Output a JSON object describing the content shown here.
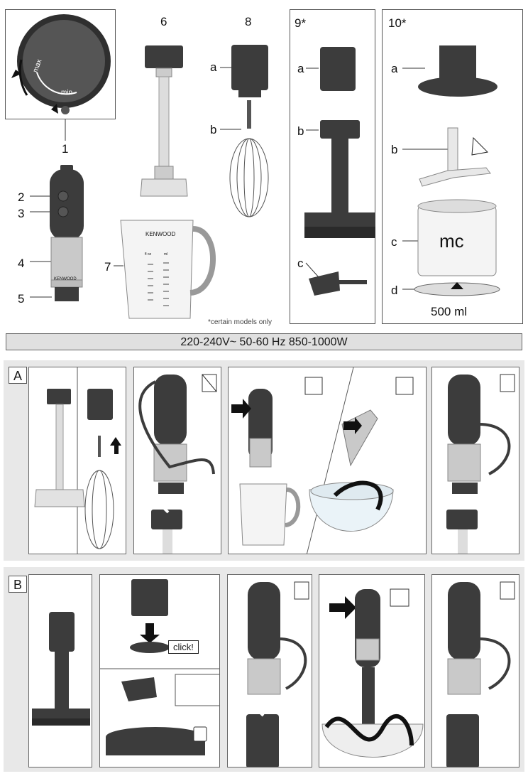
{
  "top": {
    "callout_labels": {
      "max": "max",
      "min": "min"
    },
    "part_numbers": [
      "1",
      "2",
      "3",
      "4",
      "5",
      "6",
      "7",
      "8",
      "9*",
      "10*"
    ],
    "sub_letters": {
      "p8a": "a",
      "p8b": "b",
      "p9a": "a",
      "p9b": "b",
      "p9c": "c",
      "p10a": "a",
      "p10b": "b",
      "p10c": "c",
      "p10d": "d"
    },
    "brand": "KENWOOD",
    "jug_units": {
      "left": "fl oz",
      "right": "ml"
    },
    "chopper_label": "mc",
    "capacity": "500 ml",
    "footnote": "*certain models only"
  },
  "voltage": "220-240V~ 50-60 Hz  850-1000W",
  "sections": {
    "a": {
      "tag": "A"
    },
    "b": {
      "tag": "B",
      "click_text": "click!"
    }
  },
  "colors": {
    "gray_band": "#e8e8e8",
    "dark_part": "#3c3c3c",
    "metal": "#c9c9c9"
  }
}
